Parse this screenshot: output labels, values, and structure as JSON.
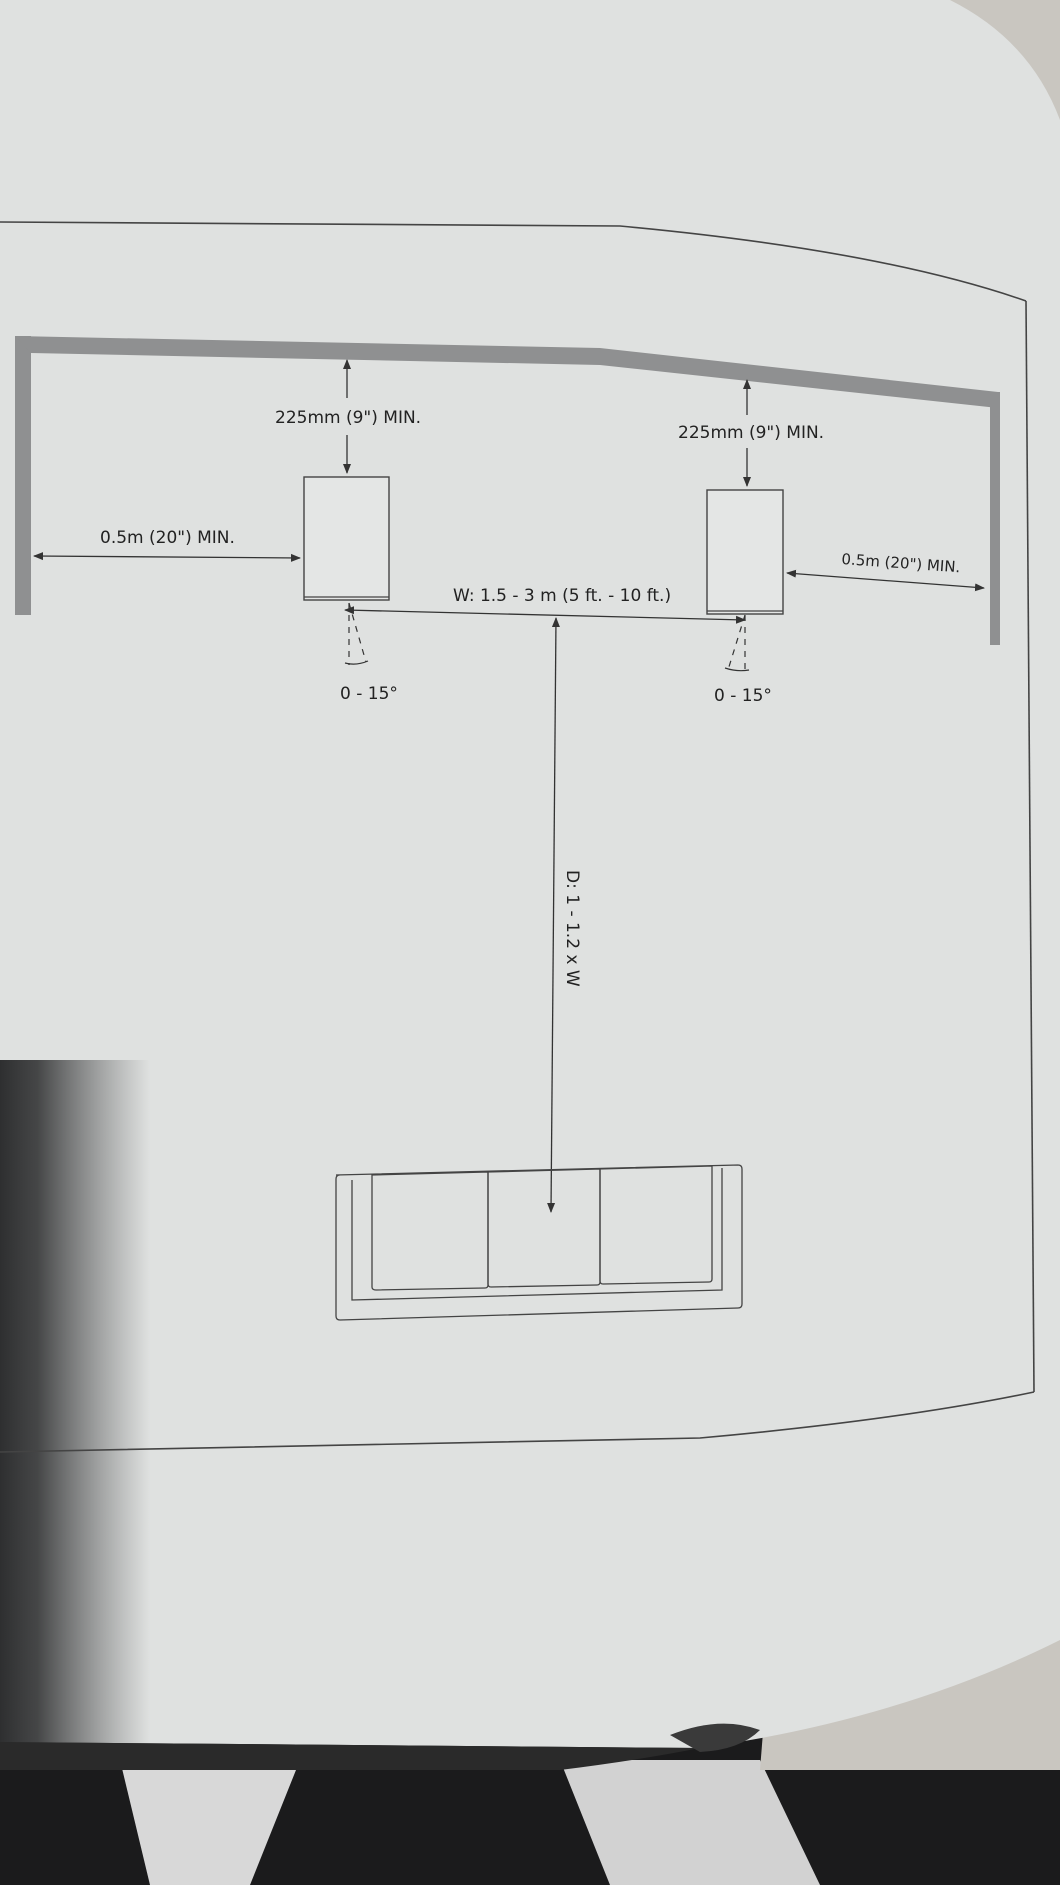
{
  "diagram": {
    "clearance_rear_left": "225mm (9\") MIN.",
    "clearance_rear_right": "225mm (9\") MIN.",
    "clearance_side_left": "0.5m (20\") MIN.",
    "clearance_side_right": "0.5m (20\") MIN.",
    "speaker_width": "W: 1.5 - 3 m (5 ft. - 10 ft.)",
    "listening_distance": "D: 1 - 1.2 x W",
    "toe_in_left": "0 - 15°",
    "toe_in_right": "0 - 15°"
  },
  "colors": {
    "paper": "#dfe1e0",
    "paper_shadow": "#3c3d3e",
    "wall": "#8f9091",
    "line": "#333333",
    "background": "#1a1a1a"
  }
}
